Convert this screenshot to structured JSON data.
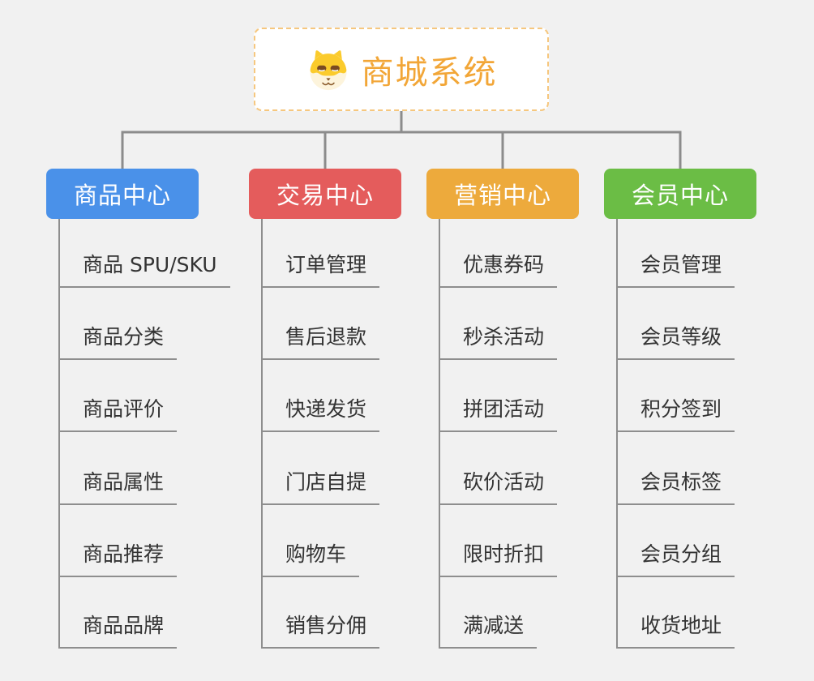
{
  "canvas": {
    "background": "#F1F1F1",
    "connector_color": "#8C8C8C"
  },
  "root": {
    "title": "商城系统",
    "icon": "dog-icon",
    "text_color": "#F2A637",
    "border_color": "#F6C77E",
    "background": "#FFFFFF"
  },
  "branches": [
    {
      "id": "product-center",
      "label": "商品中心",
      "color": "#4A91E9",
      "items": [
        "商品 SPU/SKU",
        "商品分类",
        "商品评价",
        "商品属性",
        "商品推荐",
        "商品品牌"
      ]
    },
    {
      "id": "trade-center",
      "label": "交易中心",
      "color": "#E45C5C",
      "items": [
        "订单管理",
        "售后退款",
        "快递发货",
        "门店自提",
        "购物车",
        "销售分佣"
      ]
    },
    {
      "id": "marketing-center",
      "label": "营销中心",
      "color": "#EDAA3C",
      "items": [
        "优惠券码",
        "秒杀活动",
        "拼团活动",
        "砍价活动",
        "限时折扣",
        "满减送"
      ]
    },
    {
      "id": "member-center",
      "label": "会员中心",
      "color": "#6BBD45",
      "items": [
        "会员管理",
        "会员等级",
        "积分签到",
        "会员标签",
        "会员分组",
        "收货地址"
      ]
    }
  ]
}
